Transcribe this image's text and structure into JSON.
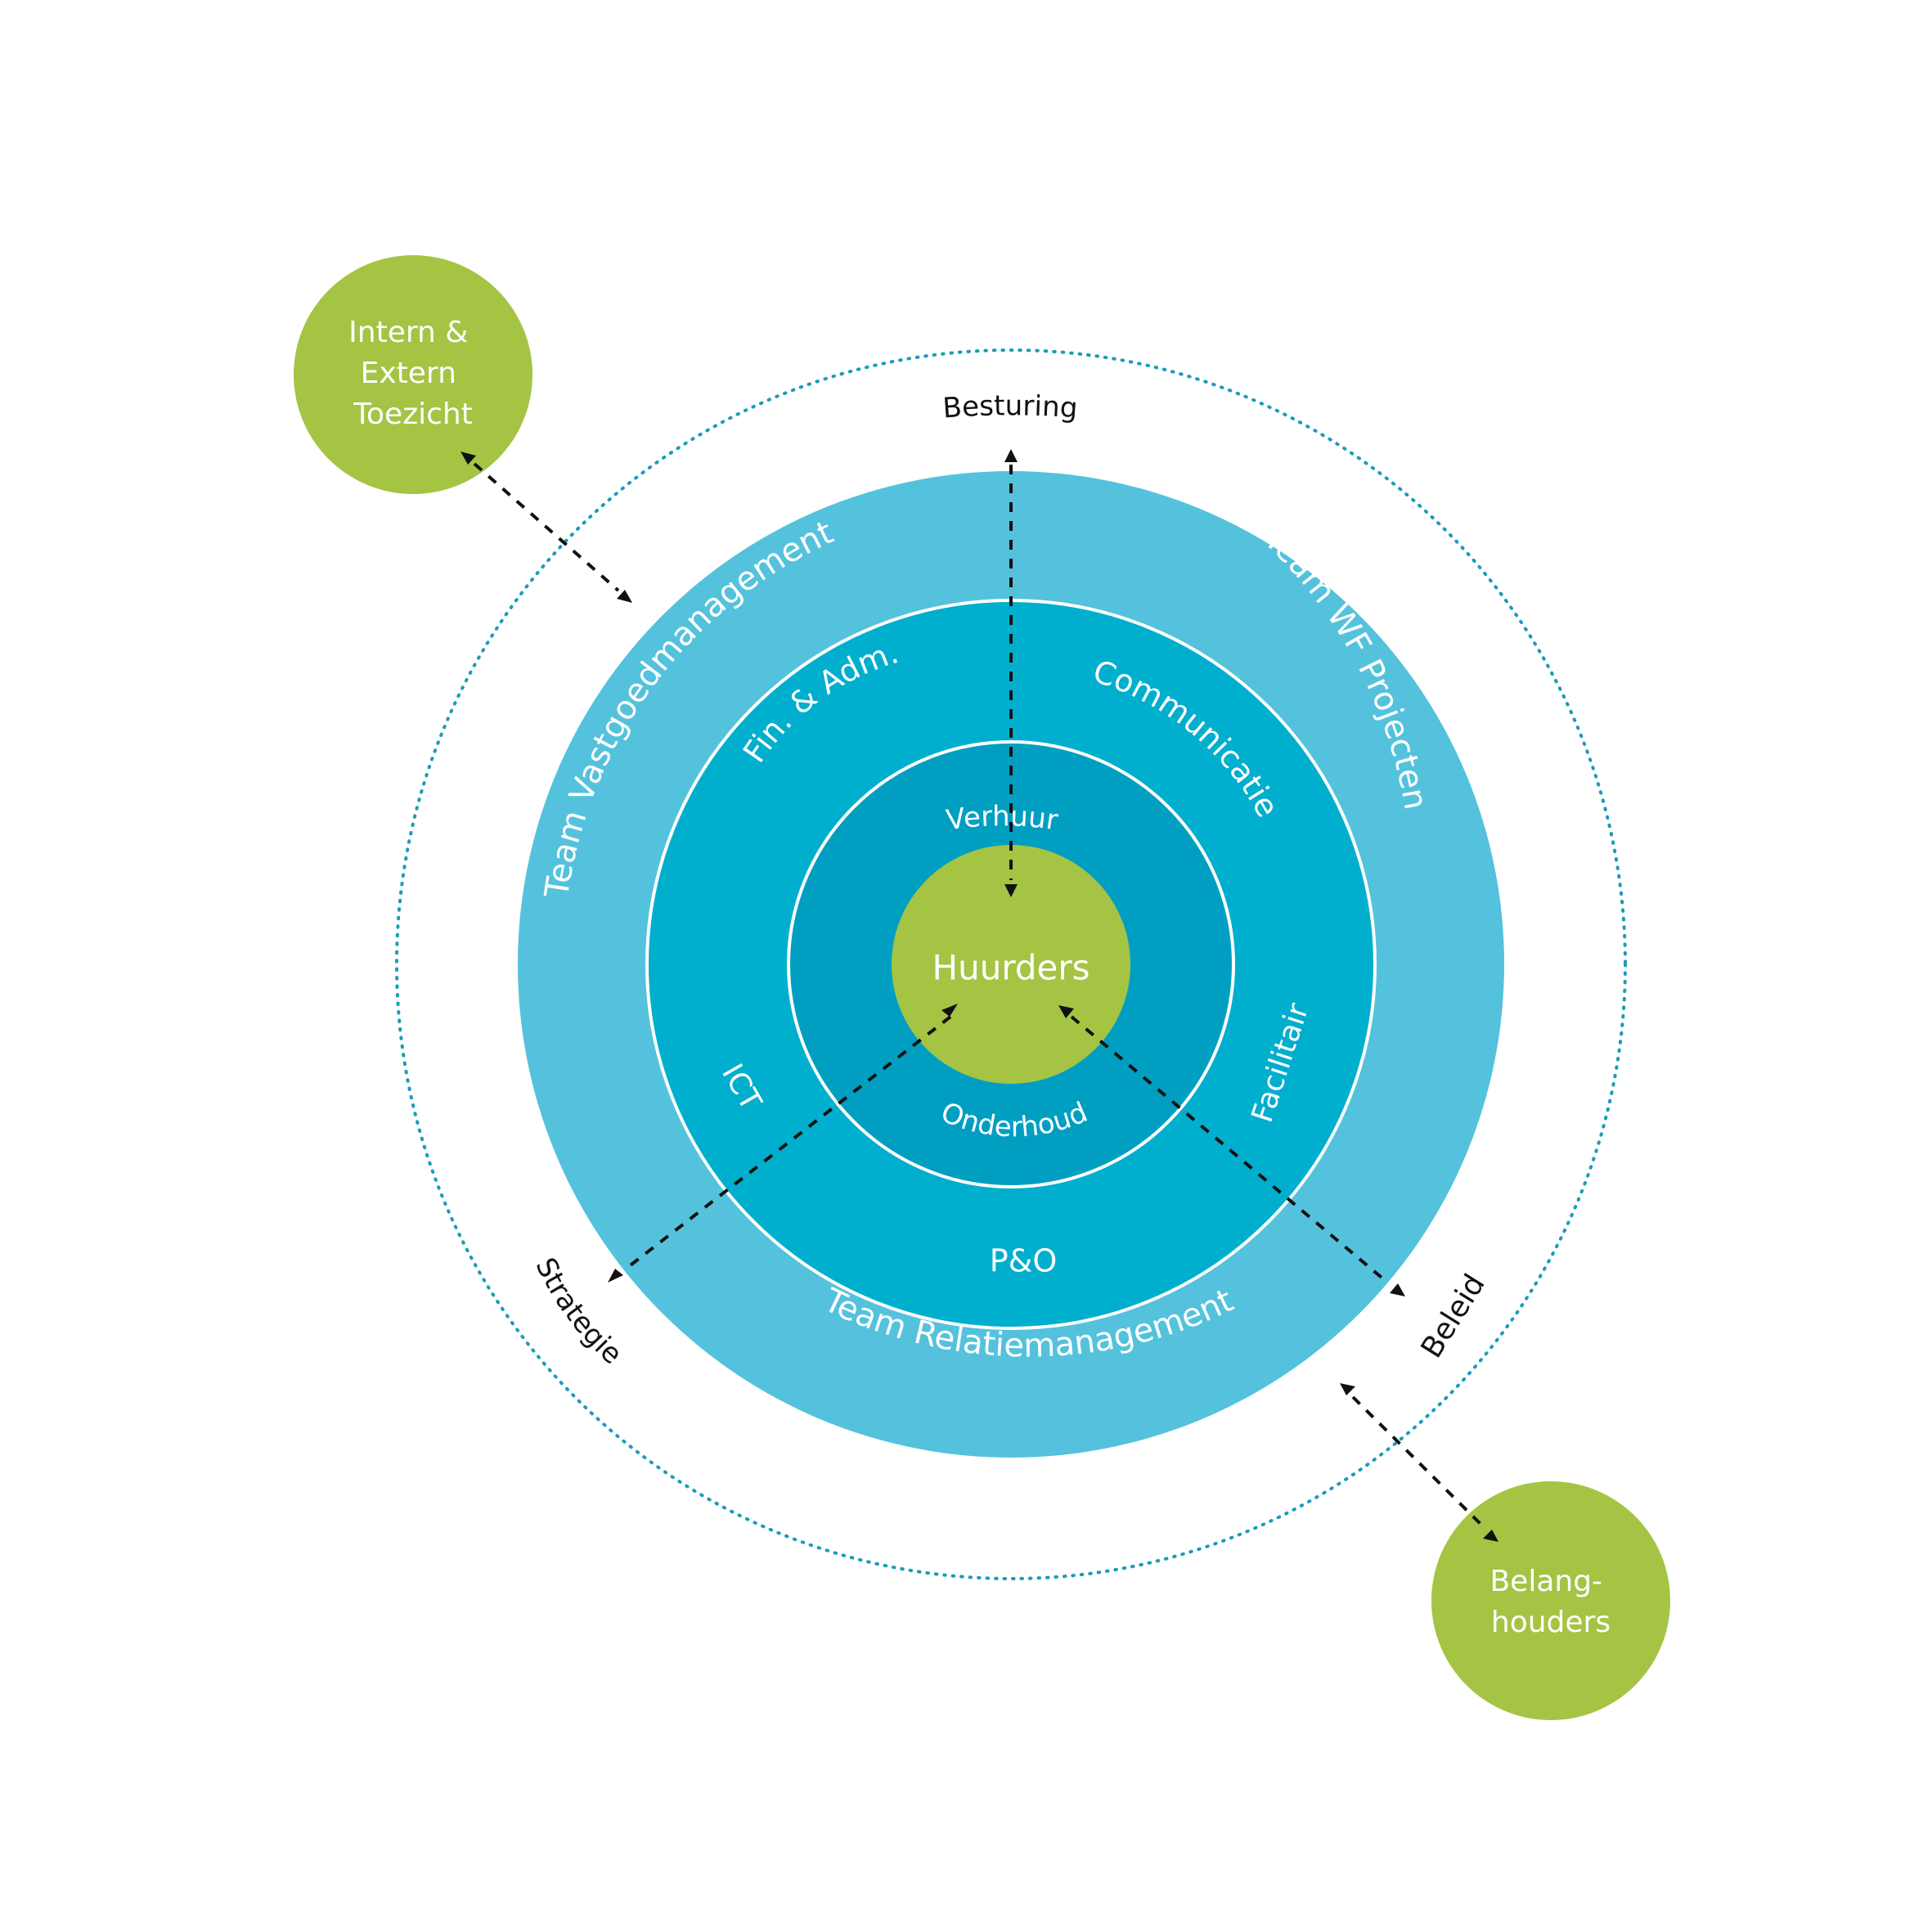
{
  "colors": {
    "outer_ring": "#54c2dc",
    "middle_ring": "#00aece",
    "inner_ring": "#009fc2",
    "center": "#a5c444",
    "satellite": "#a5c444",
    "dotted_circle": "#1a9cb8",
    "ring_stroke": "#ffffff",
    "connector": "#111111",
    "text_light": "#ffffff",
    "text_dark": "#111111"
  },
  "center": {
    "label": "Huurders"
  },
  "inner_ring": {
    "top_label": "Verhuur",
    "bottom_label": "Onderhoud"
  },
  "middle_ring": {
    "top_left_label": "Fin. & Adm.",
    "top_right_label": "Communicatie",
    "right_label": "Facilitair",
    "left_label": "ICT",
    "bottom_label": "P&O"
  },
  "outer_ring": {
    "left_label": "Team Vastgoedmanagement",
    "right_label": "Team WF Projecten",
    "bottom_label": "Team Relatiemanagement"
  },
  "flows": {
    "top": "Besturing",
    "bottom_left": "Strategie",
    "bottom_right": "Beleid"
  },
  "satellites": {
    "top_left": {
      "lines": [
        "Intern &",
        "Extern",
        "Toezicht"
      ]
    },
    "bottom_right": {
      "lines": [
        "Belang-",
        "houders"
      ]
    }
  }
}
